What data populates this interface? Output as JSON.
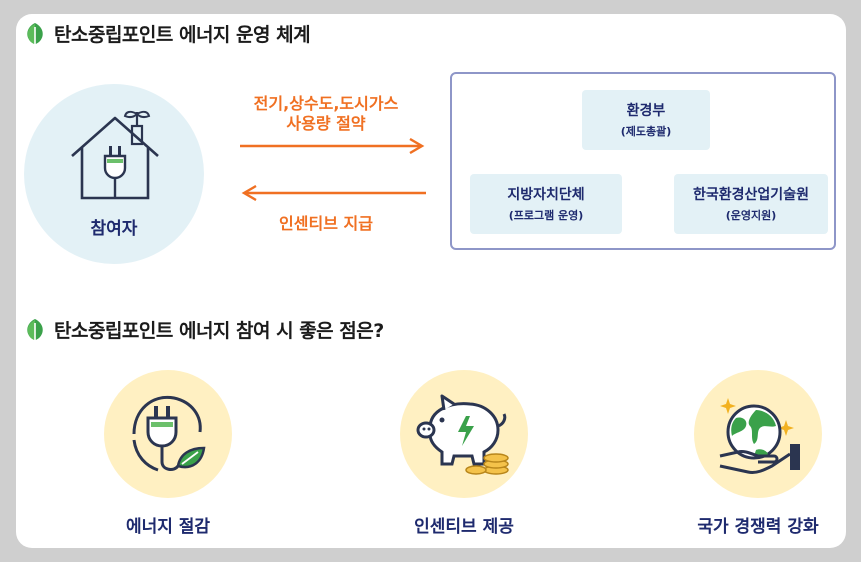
{
  "system_section": {
    "title": "탄소중립포인트 에너지 운영 체계",
    "participant": {
      "label": "참여자"
    },
    "flow_to_government": {
      "line1": "전기,상수도,도시가스",
      "line2": "사용량 절약"
    },
    "flow_to_participant": {
      "label": "인센티브 지급"
    },
    "organizations": [
      {
        "name": "환경부",
        "role": "(제도총괄)"
      },
      {
        "name": "지방자치단체",
        "role": "(프로그램 운영)"
      },
      {
        "name": "한국환경산업기술원",
        "role": "(운영지원)"
      }
    ]
  },
  "benefits_section": {
    "title": "탄소중립포인트 에너지 참여 시 좋은 점은?",
    "items": [
      {
        "label": "에너지 절감",
        "icon": "plug-leaf-icon"
      },
      {
        "label": "인센티브 제공",
        "icon": "piggy-bank-icon"
      },
      {
        "label": "국가 경쟁력 강화",
        "icon": "globe-hand-icon"
      }
    ]
  },
  "colors": {
    "accent_orange": "#f07022",
    "navy": "#1e2a6e",
    "leaf_green": "#3aa14a",
    "light_blue": "#e3f1f6",
    "light_yellow": "#fff0c2"
  }
}
